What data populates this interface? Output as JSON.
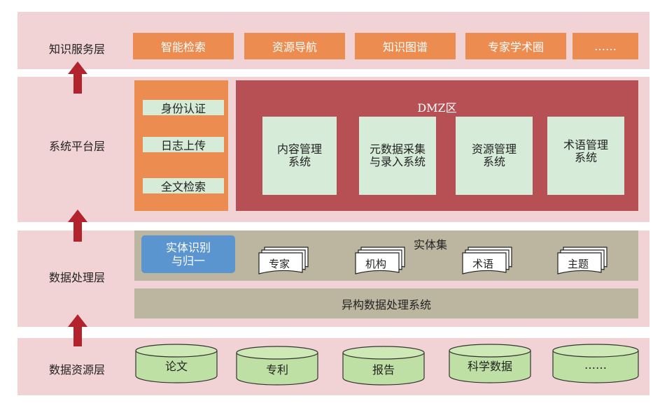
{
  "layers": {
    "knowledge_service": "知识服务层",
    "system_platform": "系统平台层",
    "data_processing": "数据处理层",
    "data_resource": "数据资源层"
  },
  "services": [
    "智能检索",
    "资源导航",
    "知识图谱",
    "专家学术圈",
    "……"
  ],
  "platform": {
    "left_items": [
      "身份认证",
      "日志上传",
      "全文检索"
    ],
    "dmz_title": "DMZ区",
    "systems": [
      [
        "内容管理",
        "系统"
      ],
      [
        "元数据采集",
        "与录入系统"
      ],
      [
        "资源管理",
        "系统"
      ],
      [
        "术语管理",
        "系统"
      ]
    ]
  },
  "processing": {
    "entity_recognition": [
      "实体识别",
      "与归一"
    ],
    "entity_set_title": "实体集",
    "entities": [
      "专家",
      "机构",
      "术语",
      "主题"
    ],
    "heterogeneous": "异构数据处理系统"
  },
  "resources": [
    "论文",
    "专利",
    "报告",
    "科学数据",
    "……"
  ],
  "colors": {
    "layer_bg": "#f2d3d5",
    "orange": "#ec8c50",
    "dmz_red": "#b65055",
    "light_green": "#d6ecd9",
    "khaki": "#bcb6a0",
    "blue": "#5b95d0",
    "cylinder_green": "#bfe0a4",
    "arrow_red": "#b3232e"
  }
}
